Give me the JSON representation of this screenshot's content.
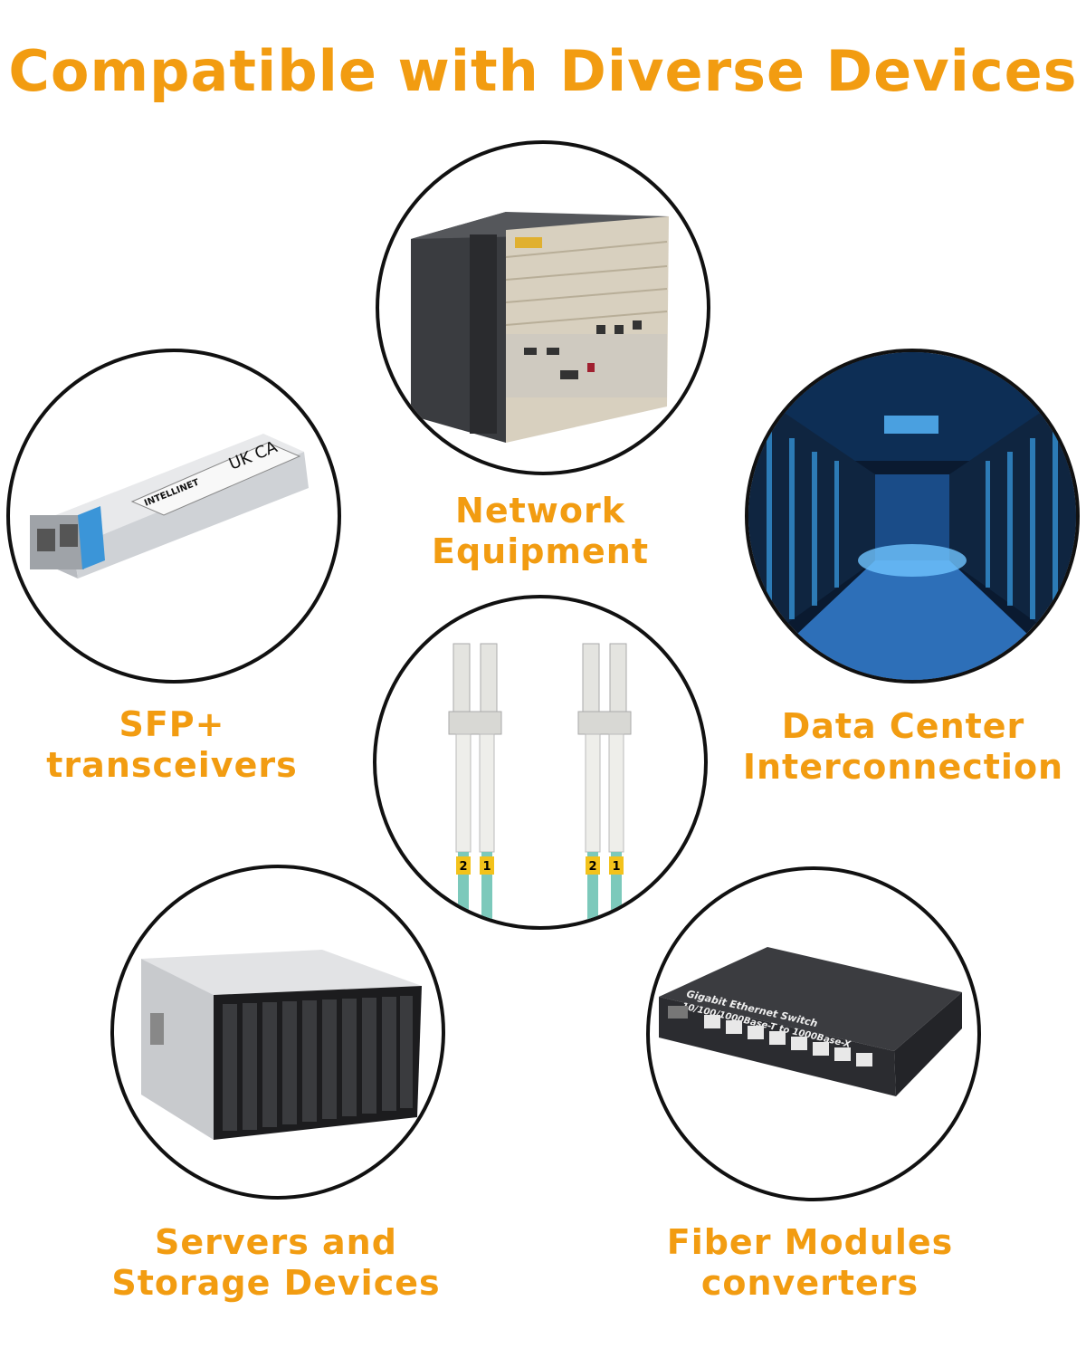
{
  "title": "Compatible with Diverse Devices",
  "accent_color": "#F29C11",
  "devices": [
    {
      "id": "network",
      "lines": [
        "Network",
        "Equipment"
      ],
      "icon": "network-chassis"
    },
    {
      "id": "sfp",
      "lines": [
        "SFP+",
        "transceivers"
      ],
      "icon": "sfp-transceiver",
      "product_text": [
        "INTELLINET",
        "UK CA"
      ]
    },
    {
      "id": "datacenter",
      "lines": [
        "Data Center",
        "Interconnection"
      ],
      "icon": "server-room"
    },
    {
      "id": "cable",
      "lines": [],
      "icon": "lc-fiber-patch-cable",
      "connector_labels": [
        "2",
        "1",
        "2",
        "1"
      ]
    },
    {
      "id": "servers",
      "lines": [
        "Servers and",
        "Storage Devices"
      ],
      "icon": "storage-server"
    },
    {
      "id": "switch",
      "lines": [
        "Fiber Modules",
        "converters"
      ],
      "icon": "ethernet-switch",
      "product_text": [
        "Gigabit Ethernet Switch",
        "10/100/1000Base-T to 1000Base-X"
      ]
    }
  ]
}
